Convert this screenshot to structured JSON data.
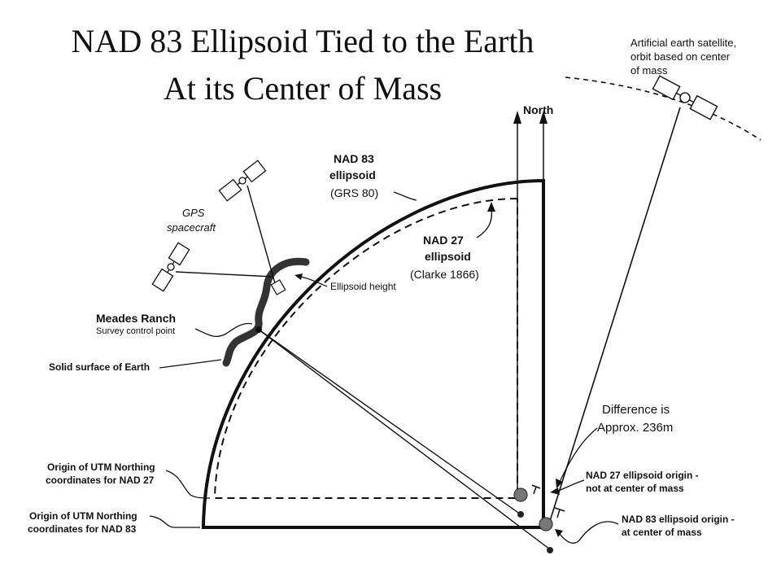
{
  "title": {
    "line1": "NAD 83 Ellipsoid Tied to the Earth",
    "line2": "At its Center of Mass"
  },
  "labels": {
    "satellite": [
      "Artificial earth satellite,",
      "orbit based on center",
      "of mass"
    ],
    "north": "North",
    "nad83_ellipsoid": [
      "NAD 83",
      "ellipsoid",
      "(GRS 80)"
    ],
    "gps": [
      "GPS",
      "spacecraft"
    ],
    "nad27_ellipsoid": [
      "NAD 27",
      "ellipsoid",
      "(Clarke 1866)"
    ],
    "ellipsoid_height": "Ellipsoid height",
    "meades_ranch": "Meades Ranch",
    "survey_control": "Survey control point",
    "solid_surface": "Solid surface of Earth",
    "difference": [
      "Difference is",
      "Approx. 236m"
    ],
    "utm_nad27": [
      "Origin of UTM Northing",
      "coordinates for NAD 27"
    ],
    "utm_nad83": [
      "Origin of UTM Northing",
      "coordinates for NAD 83"
    ],
    "nad27_origin": [
      "NAD 27 ellipsoid origin -",
      "not at center of mass"
    ],
    "nad83_origin": [
      "NAD 83 ellipsoid origin -",
      "at center of mass"
    ]
  }
}
